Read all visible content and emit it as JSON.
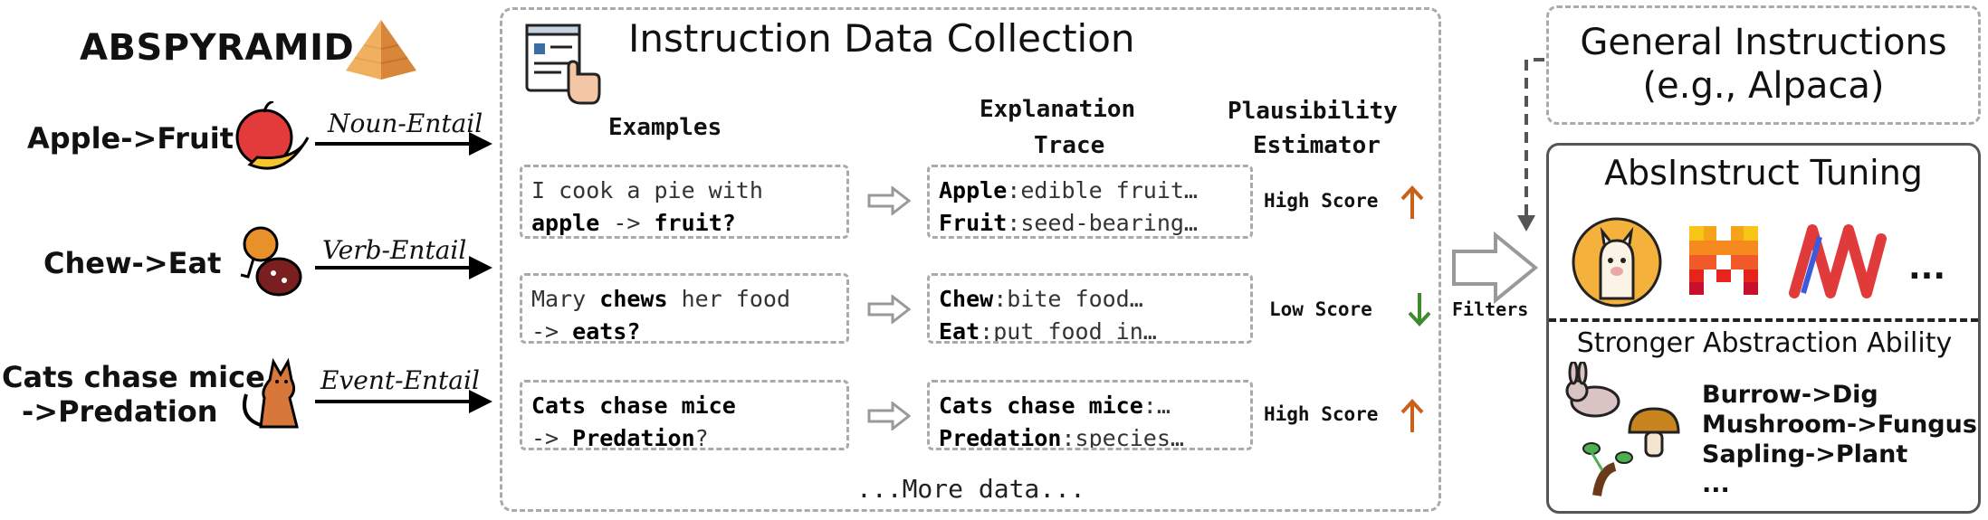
{
  "left": {
    "brand": "ABSPYRAMID",
    "rows": [
      {
        "text": "Apple->Fruit",
        "relation": "Noun-Entail",
        "icon": "apple-banana-icon"
      },
      {
        "text": "Chew->Eat",
        "relation": "Verb-Entail",
        "icon": "food-icon"
      },
      {
        "text_line1": "Cats chase mice",
        "text_line2": "->Predation",
        "relation": "Event-Entail",
        "icon": "cat-icon"
      }
    ]
  },
  "middle": {
    "title": "Instruction Data Collection",
    "headers": {
      "examples": "Examples",
      "explanation_1": "Explanation",
      "explanation_2": "Trace",
      "plausibility_1": "Plausibility",
      "plausibility_2": "Estimator"
    },
    "rows": [
      {
        "example": {
          "l1_plain": "I cook a pie with",
          "l2_bold_a": "apple",
          "l2_plain": " -> ",
          "l2_bold_b": "fruit?"
        },
        "trace": {
          "t1_bold": "Apple",
          "t1_plain": ":edible fruit…",
          "t2_bold": "Fruit",
          "t2_plain": ":seed-bearing…"
        },
        "score": "High Score",
        "direction": "up"
      },
      {
        "example": {
          "l1_plain_a": "Mary ",
          "l1_bold": "chews",
          "l1_plain_b": " her food",
          "l2_plain": "-> ",
          "l2_bold": "eats?"
        },
        "trace": {
          "t1_bold": "Chew",
          "t1_plain": ":bite food…",
          "t2_bold": "Eat",
          "t2_plain": ":put food in…"
        },
        "score": "Low Score",
        "direction": "down"
      },
      {
        "example": {
          "l1_bold": "Cats chase mice",
          "l2_plain": "-> ",
          "l2_bold": "Predation",
          "l2_tail": "?"
        },
        "trace": {
          "t1_bold": "Cats chase mice",
          "t1_plain": ":…",
          "t2_bold": "Predation",
          "t2_plain": ":species…"
        },
        "score": "High Score",
        "direction": "up"
      }
    ],
    "more": "...More data..."
  },
  "right": {
    "filters": "Filters",
    "general_1": "General Instructions",
    "general_2": "(e.g., Alpaca)",
    "tuning_title": "AbsInstruct Tuning",
    "models_more": "...",
    "ability_title": "Stronger Abstraction Ability",
    "ability_items": [
      "Burrow->Dig",
      "Mushroom->Fungus",
      "Sapling->Plant",
      "..."
    ]
  },
  "colors": {
    "up_arrow": "#c8621a",
    "down_arrow": "#3f8a2c",
    "dashed": "#aaaaaa"
  }
}
